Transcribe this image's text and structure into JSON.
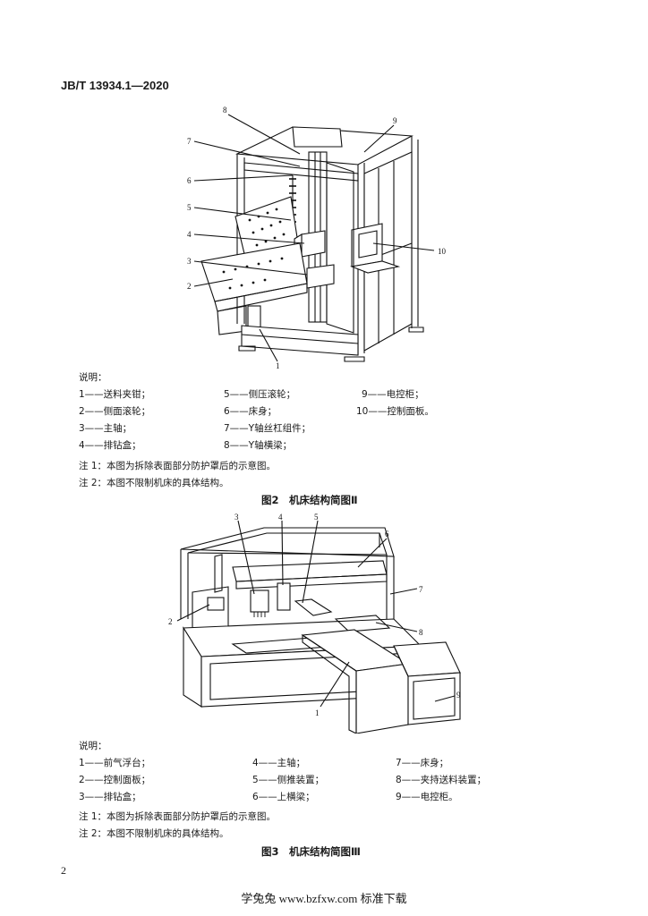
{
  "header": {
    "code": "JB/T 13934.1—2020"
  },
  "figure2": {
    "callouts": [
      "8",
      "7",
      "6",
      "5",
      "4",
      "3",
      "2",
      "9",
      "10",
      "1"
    ],
    "legend_title": "说明：",
    "legend": [
      [
        "1——送料夹钳；",
        "5——侧压滚轮；",
        "9——电控柜；"
      ],
      [
        "2——侧面滚轮；",
        "6——床身；",
        "10——控制面板。"
      ],
      [
        "3——主轴；",
        "7——Y轴丝杠组件；",
        ""
      ],
      [
        "4——排钻盒；",
        "8——Y轴横梁；",
        ""
      ]
    ],
    "notes": [
      "注 1：本图为拆除表面部分防护罩后的示意图。",
      "注 2：本图不限制机床的具体结构。"
    ],
    "caption": "图2　机床结构简图Ⅱ"
  },
  "figure3": {
    "callouts": [
      "3",
      "4",
      "5",
      "6",
      "7",
      "2",
      "8",
      "9",
      "1"
    ],
    "legend_title": "说明：",
    "legend": [
      [
        "1——前气浮台；",
        "4——主轴；",
        "7——床身；"
      ],
      [
        "2——控制面板；",
        "5——侧推装置；",
        "8——夹持送料装置；"
      ],
      [
        "3——排钻盒；",
        "6——上横梁；",
        "9——电控柜。"
      ]
    ],
    "notes": [
      "注 1：本图为拆除表面部分防护罩后的示意图。",
      "注 2：本图不限制机床的具体结构。"
    ],
    "caption": "图3　机床结构简图Ⅲ"
  },
  "page_number": "2",
  "footer": {
    "watermark": "学兔兔 www.bzfxw.com 标准下载"
  }
}
